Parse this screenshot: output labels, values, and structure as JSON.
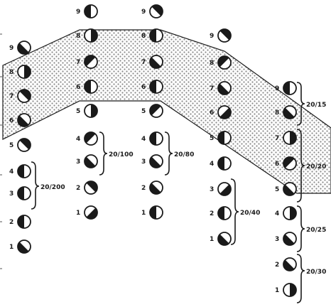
{
  "colors": {
    "ink": "#1a1a1a",
    "paper": "#ffffff",
    "band_fill": "#d8d8d8"
  },
  "columns": [
    {
      "id": "col-1",
      "acuity_label": "20/200",
      "circles": [
        {
          "number": "9",
          "gap": "down-left"
        },
        {
          "number": "8",
          "gap": "right"
        },
        {
          "number": "7",
          "gap": "up-right"
        },
        {
          "number": "6",
          "gap": "down-left"
        },
        {
          "number": "5",
          "gap": "up-right"
        },
        {
          "number": "4",
          "gap": "left"
        },
        {
          "number": "3",
          "gap": "left"
        },
        {
          "number": "2",
          "gap": "left"
        },
        {
          "number": "1",
          "gap": "down-left"
        }
      ]
    },
    {
      "id": "col-2",
      "acuity_label": "20/100",
      "circles": [
        {
          "number": "9",
          "gap": "left"
        },
        {
          "number": "8",
          "gap": "right"
        },
        {
          "number": "7",
          "gap": "up-left"
        },
        {
          "number": "6",
          "gap": "left"
        },
        {
          "number": "5",
          "gap": "right"
        },
        {
          "number": "4",
          "gap": "up-left"
        },
        {
          "number": "3",
          "gap": "down-left"
        },
        {
          "number": "2",
          "gap": "up-right"
        },
        {
          "number": "1",
          "gap": "down-right"
        }
      ]
    },
    {
      "id": "col-3",
      "acuity_label": "20/80",
      "circles": [
        {
          "number": "9",
          "gap": "up-right"
        },
        {
          "number": "8",
          "gap": "left"
        },
        {
          "number": "7",
          "gap": "down-left"
        },
        {
          "number": "6",
          "gap": "left"
        },
        {
          "number": "5",
          "gap": "up-left"
        },
        {
          "number": "4",
          "gap": "left"
        },
        {
          "number": "3",
          "gap": "down-left"
        },
        {
          "number": "2",
          "gap": "down-left"
        },
        {
          "number": "1",
          "gap": "left"
        }
      ]
    },
    {
      "id": "col-4",
      "acuity_label": "20/40",
      "circles": [
        {
          "number": "9",
          "gap": "up-right"
        },
        {
          "number": "8",
          "gap": "up-left"
        },
        {
          "number": "7",
          "gap": "down-left"
        },
        {
          "number": "6",
          "gap": "down-right"
        },
        {
          "number": "5",
          "gap": "left"
        },
        {
          "number": "4",
          "gap": "left"
        },
        {
          "number": "3",
          "gap": "down-right"
        },
        {
          "number": "2",
          "gap": "left"
        },
        {
          "number": "1",
          "gap": "down-left"
        }
      ]
    },
    {
      "id": "col-5",
      "acuity_labels": [
        "20/15",
        "20/20",
        "20/25",
        "20/30"
      ],
      "circles": [
        {
          "number": "9",
          "gap": "left"
        },
        {
          "number": "8",
          "gap": "down-left"
        },
        {
          "number": "7",
          "gap": "right"
        },
        {
          "number": "6",
          "gap": "up-left"
        },
        {
          "number": "5",
          "gap": "down-left"
        },
        {
          "number": "4",
          "gap": "right"
        },
        {
          "number": "3",
          "gap": "down-left"
        },
        {
          "number": "2",
          "gap": "down-left"
        },
        {
          "number": "1",
          "gap": "right"
        }
      ]
    }
  ]
}
